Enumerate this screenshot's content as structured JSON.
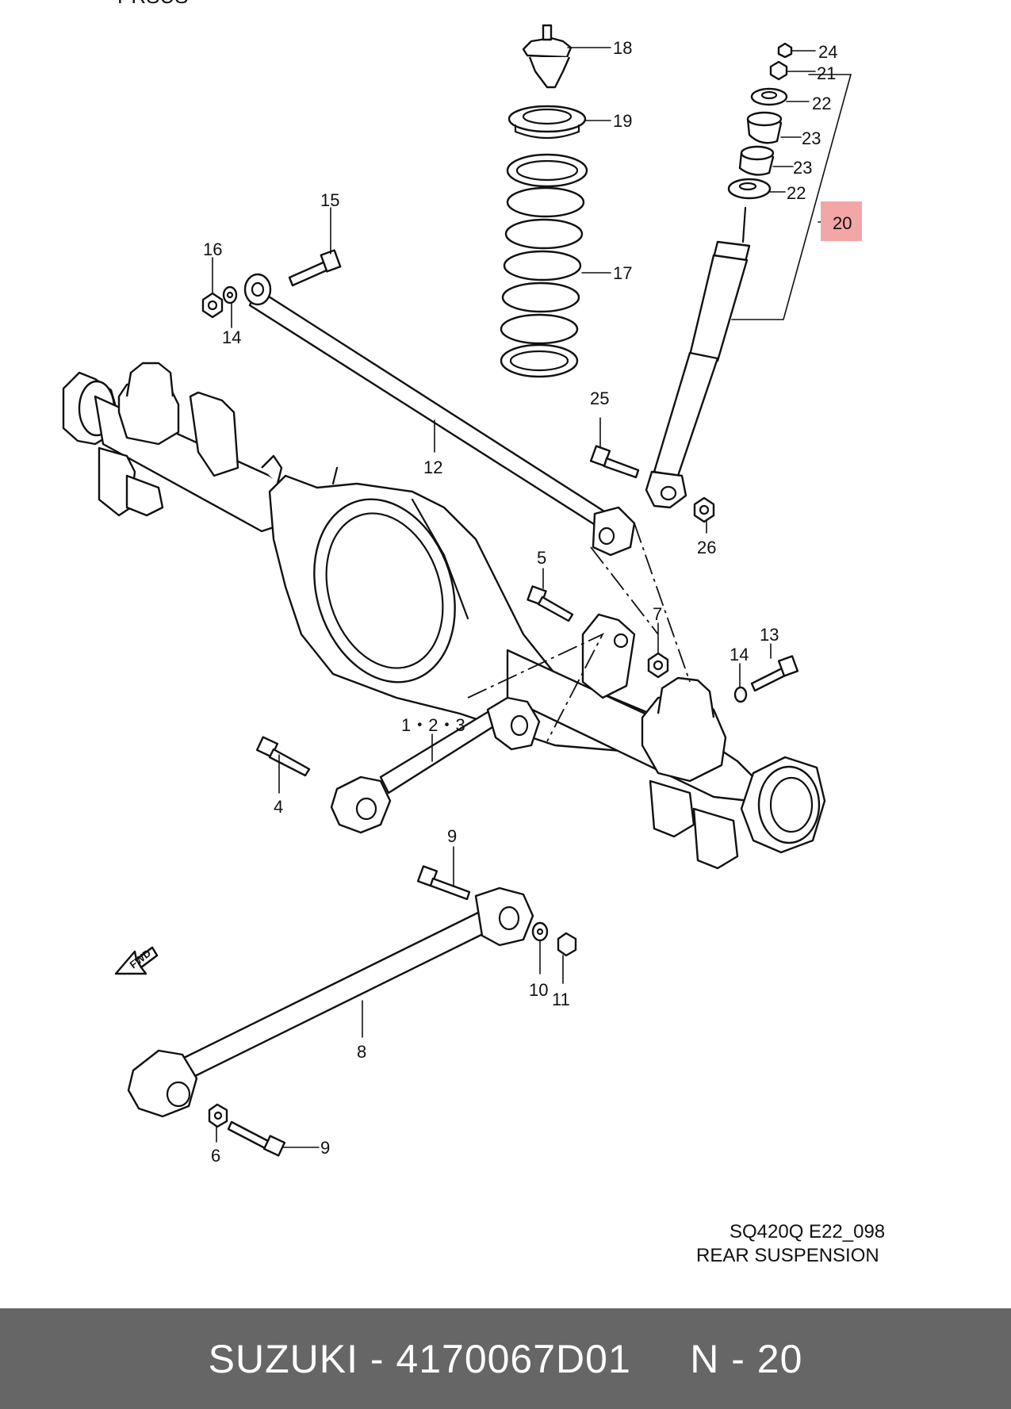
{
  "diagram": {
    "header_fragment": "PRSUS",
    "code": "SQ420Q E22_098",
    "title": "REAR SUSPENSION",
    "highlight_color": "#f3a6a6",
    "fwd_label": "FWD",
    "callouts": {
      "c1": "1・2・3",
      "c4": "4",
      "c5": "5",
      "c6": "6",
      "c7": "7",
      "c8": "8",
      "c9a": "9",
      "c9b": "9",
      "c10": "10",
      "c11": "11",
      "c12": "12",
      "c13": "13",
      "c14a": "14",
      "c14b": "14",
      "c15": "15",
      "c16": "16",
      "c17": "17",
      "c18": "18",
      "c19": "19",
      "c20": "20",
      "c21": "21",
      "c22a": "22",
      "c22b": "22",
      "c23a": "23",
      "c23b": "23",
      "c24": "24",
      "c25": "25",
      "c26": "26"
    }
  },
  "footer": {
    "text": "SUZUKI - 4170067D01     N - 20"
  }
}
